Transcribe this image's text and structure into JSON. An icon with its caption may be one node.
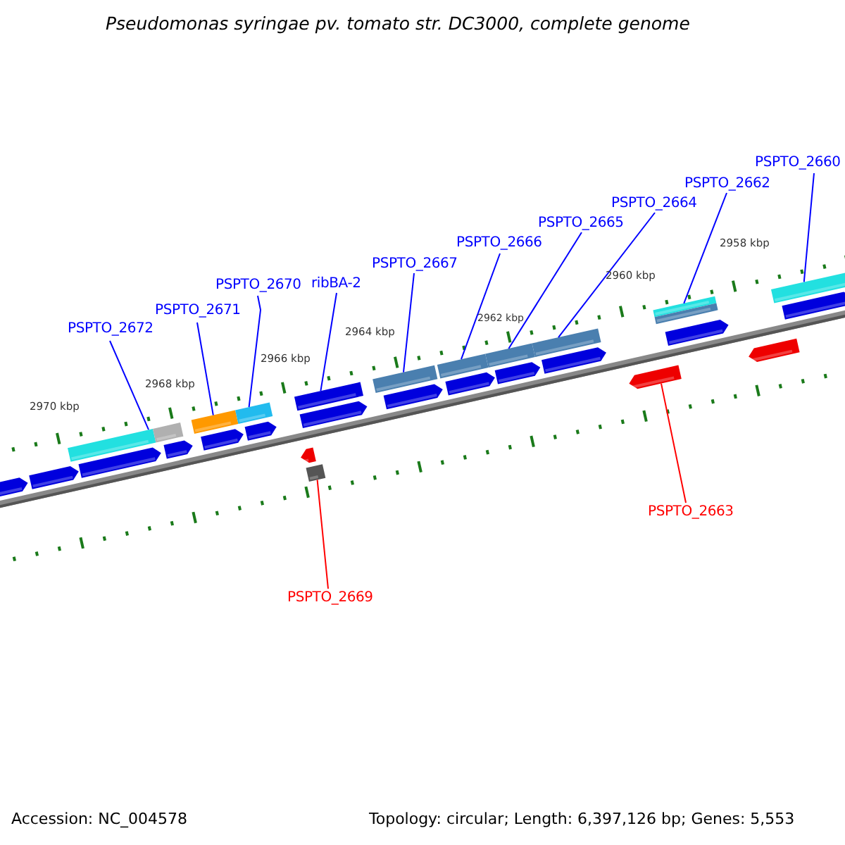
{
  "diagram": {
    "title": "Pseudomonas syringae pv. tomato str. DC3000, complete genome",
    "nodes": [
      {
        "text": [
          "PSPTO_2660"
        ]
      },
      {
        "text": [
          "PSPTO_2662"
        ]
      },
      {
        "text": [
          "PSPTO_2664"
        ]
      },
      {
        "text": [
          "PSPTO_2665"
        ]
      },
      {
        "text": [
          "PSPTO_2666"
        ]
      },
      {
        "text": [
          "PSPTO_2667"
        ]
      },
      {
        "text": [
          "ribBA-2"
        ]
      },
      {
        "text": [
          "PSPTO_2670"
        ]
      },
      {
        "text": [
          "PSPTO_2671"
        ]
      },
      {
        "text": [
          "PSPTO_2672"
        ]
      },
      {
        "text": [
          "PSPTO_2663"
        ]
      },
      {
        "text": [
          "PSPTO_2669"
        ]
      },
      {
        "text": [],
        "shape": "arrow"
      },
      {
        "text": [],
        "shape": "arrow"
      },
      {
        "text": [],
        "shape": "bar"
      },
      {
        "text": [],
        "shape": "arrow"
      },
      {
        "text": [],
        "shape": "bar"
      },
      {
        "text": [],
        "shape": "arrow"
      },
      {
        "text": [],
        "shape": "bar"
      },
      {
        "text": [],
        "shape": "arrow"
      },
      {
        "text": [],
        "shape": "bar"
      },
      {
        "text": [],
        "shape": "arrow"
      },
      {
        "text": [],
        "shape": "arrow"
      },
      {
        "text": [],
        "shape": "bar"
      },
      {
        "text": [],
        "shape": "bar"
      },
      {
        "text": [],
        "shape": "arrow"
      },
      {
        "text": [],
        "shape": "bar"
      },
      {
        "text": [],
        "shape": "arrow"
      },
      {
        "text": [],
        "shape": "bar"
      },
      {
        "text": [],
        "shape": "arrow"
      },
      {
        "text": [],
        "shape": "bar"
      },
      {
        "text": [],
        "shape": "arrow"
      },
      {
        "text": [],
        "shape": "bar"
      },
      {
        "text": [],
        "shape": "arrow"
      },
      {
        "text": [],
        "shape": "arrow"
      },
      {
        "text": [],
        "shape": "bar"
      },
      {
        "text": [],
        "shape": "bar"
      },
      {
        "text": [],
        "shape": "arrow"
      },
      {
        "text": [],
        "shape": "arrow"
      },
      {
        "text": [],
        "shape": "bar"
      },
      {
        "text": [],
        "shape": "arrow"
      }
    ],
    "edges": [
      {
        "from": 0,
        "to": 39,
        "arrow": "none"
      },
      {
        "from": 1,
        "to": 35,
        "arrow": "none"
      },
      {
        "from": 2,
        "to": 32,
        "arrow": "none"
      },
      {
        "from": 3,
        "to": 30,
        "arrow": "none"
      },
      {
        "from": 4,
        "to": 28,
        "arrow": "none"
      },
      {
        "from": 5,
        "to": 26,
        "arrow": "none"
      },
      {
        "from": 6,
        "to": 24,
        "arrow": "none"
      },
      {
        "from": 7,
        "to": 20,
        "arrow": "none"
      },
      {
        "from": 8,
        "to": 18,
        "arrow": "none"
      },
      {
        "from": 9,
        "to": 14,
        "arrow": "none"
      },
      {
        "from": 10,
        "to": 34,
        "arrow": "none",
        "color": "#ff0000"
      },
      {
        "from": 11,
        "to": 23,
        "arrow": "none",
        "color": "#ff0000"
      }
    ],
    "labels": [
      "2958 kbp",
      "2960 kbp",
      "2962 kbp",
      "2964 kbp",
      "2966 kbp",
      "2968 kbp",
      "2970 kbp",
      "Accession: NC_004578",
      "Topology: circular; Length: 6,397,126 bp; Genes: 5,553"
    ]
  }
}
